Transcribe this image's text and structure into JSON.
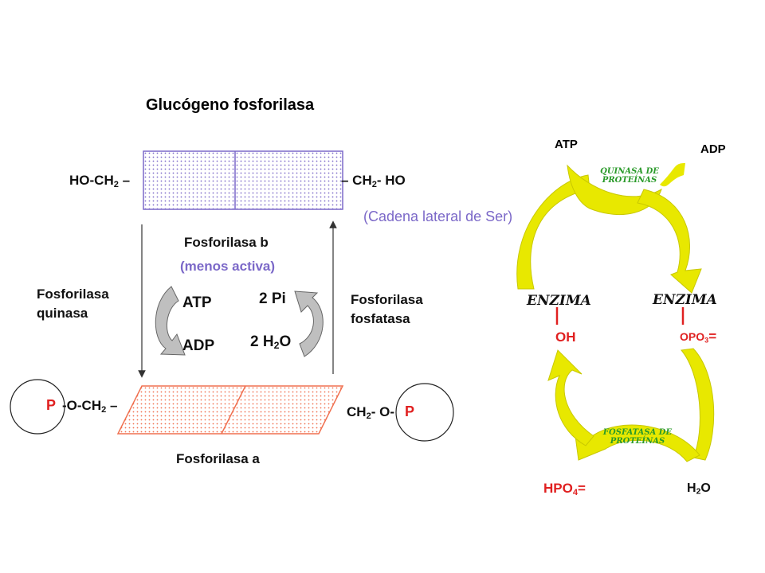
{
  "title": "Glucógeno fosforilasa",
  "left": {
    "top_left_group": "HO-CH",
    "top_left_sub": "2",
    "top_left_dash": "–",
    "top_right_group": "– CH",
    "top_right_sub": "2",
    "top_right_tail": "- HO",
    "side_chain_note": "(Cadena lateral de Ser)",
    "phosphorylase_b": "Fosforilasa b",
    "less_active": "(menos activa)",
    "kinase_line1": "Fosforilasa",
    "kinase_line2": "quinasa",
    "phosphatase_line1": "Fosforilasa",
    "phosphatase_line2": "fosfatasa",
    "atp": "ATP",
    "adp": "ADP",
    "two_pi": "2 Pi",
    "two_water_prefix": "2 H",
    "two_water_sub": "2",
    "two_water_suffix": "O",
    "p_left": "P",
    "bottom_left_group": "-O-CH",
    "bottom_left_sub": "2",
    "bottom_left_dash": "–",
    "bottom_right_group": "CH",
    "bottom_right_sub": "2",
    "bottom_right_tail": "- O-",
    "p_right": "P",
    "phosphorylase_a": "Fosforilasa a"
  },
  "right": {
    "atp": "ATP",
    "adp": "ADP",
    "kinase_line1": "QUINASA DE",
    "kinase_line2": "PROTEÍNAS",
    "enzyme_left": "ENZIMA",
    "enzyme_right": "ENZIMA",
    "oh": "OH",
    "opo3_prefix": "OPO",
    "opo3_sub": "3",
    "opo3_suffix": "=",
    "phosphatase_line1": "FOSFATASA DE",
    "phosphatase_line2": "PROTEÍNAS",
    "hpo4_prefix": "HPO",
    "hpo4_sub": "4",
    "hpo4_suffix": "=",
    "water_prefix": "H",
    "water_sub": "2",
    "water_suffix": "O"
  },
  "colors": {
    "purple": "#7b68c8",
    "salmon": "#f07050",
    "red": "#e02020",
    "yellow": "#e8e800",
    "green": "#2a9a2a",
    "gray_arrow": "#bfbfbf"
  }
}
